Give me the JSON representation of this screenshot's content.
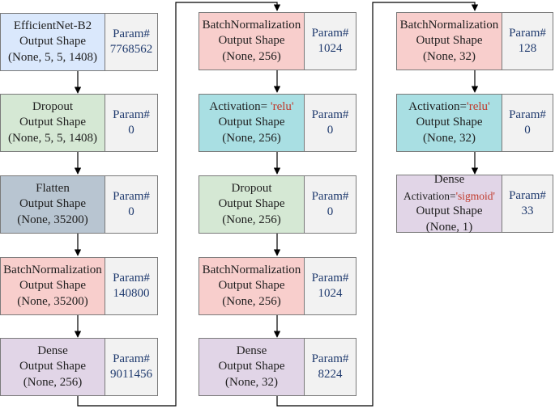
{
  "columns": [
    [
      {
        "layer": "EfficientNet-B2",
        "shape_label": "Output Shape",
        "shape": "(None, 5, 5, 1408)",
        "param_label": "Param#",
        "param": "7768562",
        "color": "#dae8fc"
      },
      {
        "layer": "Dropout",
        "shape_label": "Output Shape",
        "shape": "(None, 5, 5, 1408)",
        "param_label": "Param#",
        "param": "0",
        "color": "#d5e8d4"
      },
      {
        "layer": "Flatten",
        "shape_label": "Output Shape",
        "shape": "(None, 35200)",
        "param_label": "Param#",
        "param": "0",
        "color": "#b8c5d1"
      },
      {
        "layer": "BatchNormalization",
        "shape_label": "Output Shape",
        "shape": "(None, 35200)",
        "param_label": "Param#",
        "param": "140800",
        "color": "#f8cecc"
      },
      {
        "layer": "Dense",
        "shape_label": "Output Shape",
        "shape": "(None, 256)",
        "param_label": "Param#",
        "param": "9011456",
        "color": "#e1d5e7"
      }
    ],
    [
      {
        "layer": "BatchNormalization",
        "shape_label": "Output Shape",
        "shape": "(None, 256)",
        "param_label": "Param#",
        "param": "1024",
        "color": "#f8cecc"
      },
      {
        "act_prefix": "Activation= ",
        "act_name": "'relu'",
        "shape_label": "Output Shape",
        "shape": "(None, 256)",
        "param_label": "Param#",
        "param": "0",
        "color": "#a9dfe3"
      },
      {
        "layer": "Dropout",
        "shape_label": "Output Shape",
        "shape": "(None, 256)",
        "param_label": "Param#",
        "param": "0",
        "color": "#d5e8d4"
      },
      {
        "layer": "BatchNormalization",
        "shape_label": "Output Shape",
        "shape": "(None, 256)",
        "param_label": "Param#",
        "param": "1024",
        "color": "#f8cecc"
      },
      {
        "layer": "Dense",
        "shape_label": "Output Shape",
        "shape": "(None, 32)",
        "param_label": "Param#",
        "param": "8224",
        "color": "#e1d5e7"
      }
    ],
    [
      {
        "layer": "BatchNormalization",
        "shape_label": "Output Shape",
        "shape": "(None, 32)",
        "param_label": "Param#",
        "param": "128",
        "color": "#f8cecc"
      },
      {
        "act_prefix": "Activation=",
        "act_name": "'relu'",
        "shape_label": "Output Shape",
        "shape": "(None, 32)",
        "param_label": "Param#",
        "param": "0",
        "color": "#a9dfe3"
      },
      {
        "layer": "Dense",
        "act_prefix": "Activation=",
        "act_name": "'sigmoid'",
        "shape_label": "Output Shape",
        "shape": "(None, 1)",
        "param_label": "Param#",
        "param": "33",
        "color": "#e1d5e7"
      }
    ]
  ]
}
